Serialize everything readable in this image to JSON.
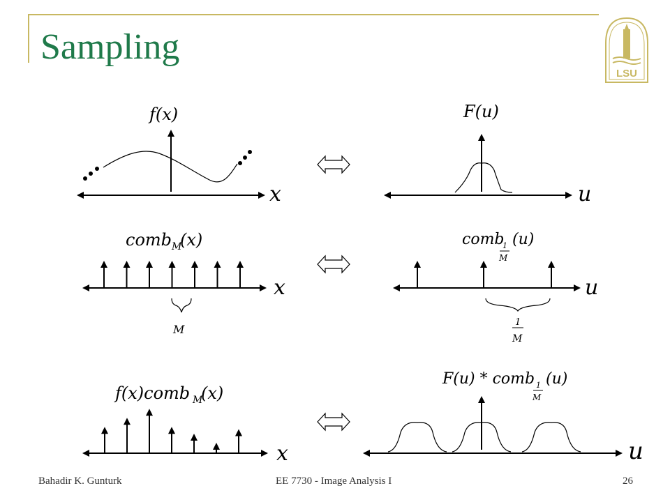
{
  "slide": {
    "title": "Sampling",
    "footer_left": "Bahadir K. Gunturk",
    "footer_center": "EE 7730 - Image Analysis I",
    "footer_right": "26",
    "logo_text": "LSU"
  },
  "colors": {
    "title": "#1f7a4a",
    "frame": "#c8b862",
    "ink": "#000000"
  },
  "diagram": {
    "row1": {
      "left_label": "f(x)",
      "left_axis": "x",
      "right_label": "F(u)",
      "right_axis": "u"
    },
    "row2": {
      "left_label": "comb",
      "left_sub": "M",
      "left_arg": "(x)",
      "left_axis": "x",
      "left_brace": "M",
      "right_label": "comb",
      "right_sub_num": "1",
      "right_sub_den": "M",
      "right_arg": "(u)",
      "right_axis": "u",
      "right_brace_num": "1",
      "right_brace_den": "M"
    },
    "row3": {
      "left_label_a": "f(x)comb",
      "left_sub": "M",
      "left_arg": "(x)",
      "left_axis": "x",
      "right_label": "F(u) * comb",
      "right_sub_num": "1",
      "right_sub_den": "M",
      "right_arg": "(u)",
      "right_axis": "u"
    },
    "samples": [
      0.55,
      0.75,
      0.95,
      0.55,
      0.4,
      0.2,
      0.5
    ]
  }
}
